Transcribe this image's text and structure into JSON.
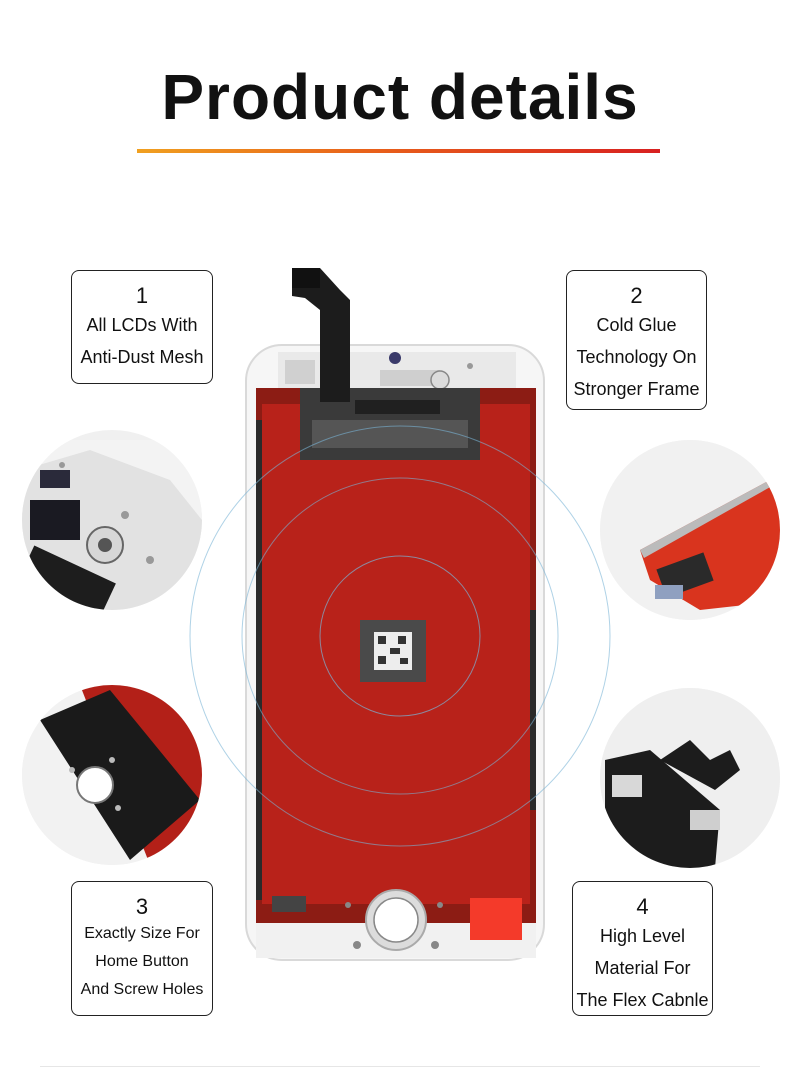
{
  "header": {
    "title": "Product details"
  },
  "features": [
    {
      "number": "1",
      "lines": [
        "All LCDs With",
        "Anti-Dust Mesh"
      ]
    },
    {
      "number": "2",
      "lines": [
        "Cold Glue",
        "Technology On",
        "Stronger Frame"
      ]
    },
    {
      "number": "3",
      "lines": [
        "Exactly Size For",
        "Home Button",
        "And Screw Holes"
      ]
    },
    {
      "number": "4",
      "lines": [
        "High Level",
        "Material For",
        "The Flex Cabnle"
      ]
    }
  ],
  "colors": {
    "backplate_red": "#b8221a",
    "frame_white": "#f4f4f4",
    "flex_black": "#1c1c1c",
    "accent_gradient": [
      "#f0a020",
      "#d82020"
    ]
  }
}
